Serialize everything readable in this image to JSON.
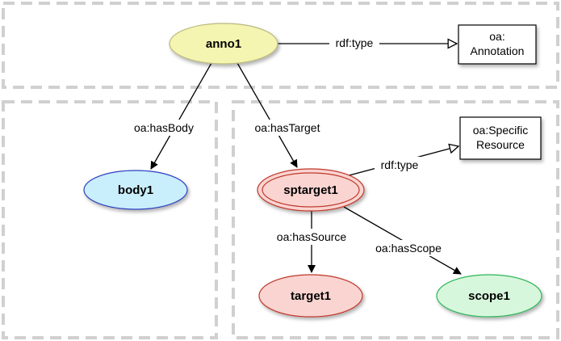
{
  "colors": {
    "yellow_fill": "#f4f5b0",
    "yellow_stroke": "#b9b980",
    "blue_fill": "#c9eefc",
    "blue_stroke": "#2f3fbf",
    "red_fill": "#f9d4d1",
    "red_stroke": "#c0392b",
    "green_fill": "#d7f7dc",
    "green_stroke": "#2fb55a",
    "region_stroke": "#d0d0d0"
  },
  "nodes": {
    "anno1": "anno1",
    "body1": "body1",
    "sptarget1": "sptarget1",
    "target1": "target1",
    "scope1": "scope1"
  },
  "boxes": {
    "annotation": [
      "oa:",
      "Annotation"
    ],
    "specific_resource": [
      "oa:Specific",
      "Resource"
    ]
  },
  "edges": {
    "anno_type": "rdf:type",
    "has_body": "oa:hasBody",
    "has_target": "oa:hasTarget",
    "sptarget_type": "rdf:type",
    "has_source": "oa:hasSource",
    "has_scope": "oa:hasScope"
  }
}
